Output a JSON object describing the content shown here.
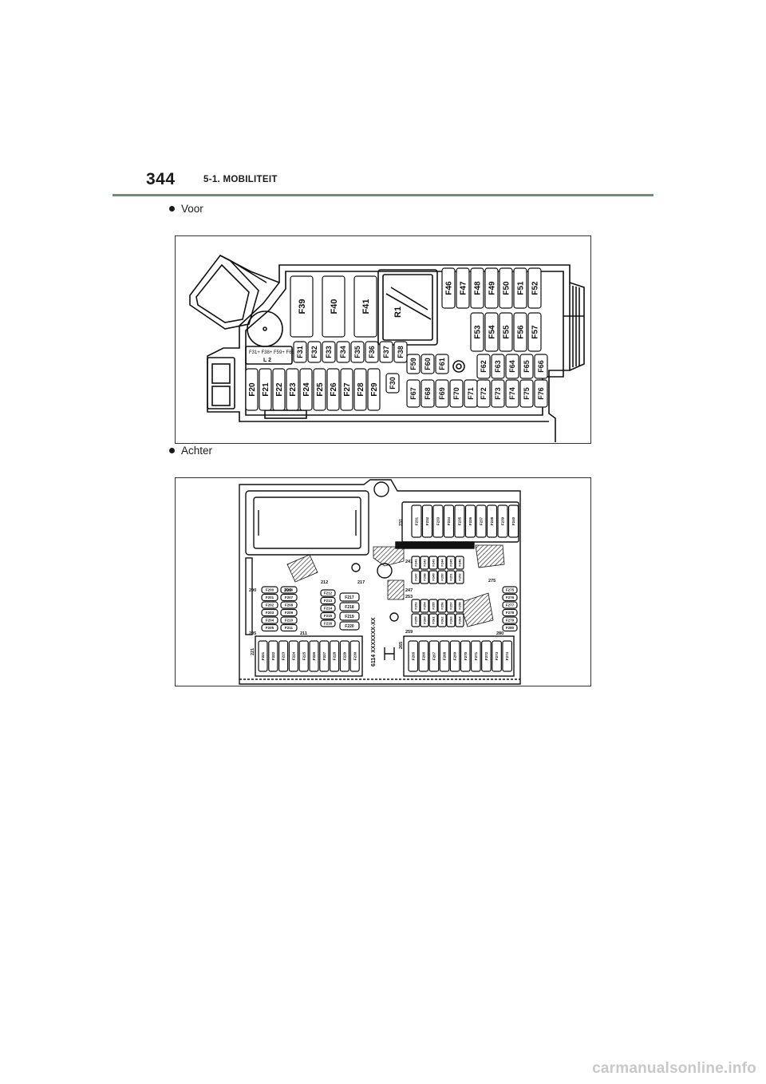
{
  "header": {
    "page_number": "344",
    "section": "5-1. MOBILITEIT"
  },
  "front": {
    "bullet_label": "Voor",
    "big_fuses": [
      "F39",
      "F40",
      "F41"
    ],
    "relay": "R1",
    "top_right_fuses": [
      "F46",
      "F47",
      "F48",
      "F49",
      "F50",
      "F51",
      "F52"
    ],
    "mid_right_fuses": [
      "F53",
      "F54",
      "F55",
      "F56",
      "F57"
    ],
    "small_row_fuses": [
      "F31",
      "F32",
      "F33",
      "F34",
      "F35",
      "F36",
      "F37",
      "F38"
    ],
    "connector_label_1": "F31+ F38+ F59+ F66",
    "connector_label_2": "L 2",
    "left_block_fuses": [
      "F20",
      "F21",
      "F22",
      "F23",
      "F24",
      "F25",
      "F26",
      "F27",
      "F28",
      "F29"
    ],
    "single_fuse": "F30",
    "mid_top_fuses": [
      "F59",
      "F60",
      "F61"
    ],
    "right_top_fuses": [
      "F62",
      "F63",
      "F64",
      "F65",
      "F66"
    ],
    "mid_bottom_fuses": [
      "F67",
      "F68",
      "F69",
      "F70",
      "F71"
    ],
    "right_bottom_fuses": [
      "F72",
      "F73",
      "F74",
      "F75",
      "F76"
    ]
  },
  "rear": {
    "bullet_label": "Achter",
    "top_row_fuses": [
      "F231",
      "F232",
      "F233",
      "F234",
      "F235",
      "F236",
      "F237",
      "F238",
      "F239",
      "F240"
    ],
    "bottom_left_fuses": [
      "F221",
      "F222",
      "F223",
      "F224",
      "F225",
      "F226",
      "F227",
      "F228",
      "F229",
      "F230"
    ],
    "bottom_right_fuses": [
      "F265",
      "F266",
      "F267",
      "F268",
      "F269",
      "F270",
      "F271",
      "F272",
      "F273",
      "F274"
    ],
    "left_col_a": [
      "F200",
      "F201",
      "F202",
      "F203",
      "F204",
      "F205"
    ],
    "left_col_b": [
      "F206",
      "F207",
      "F208",
      "F209",
      "F210",
      "F211"
    ],
    "left_col_c": [
      "F212",
      "F213",
      "F214",
      "F215",
      "F216"
    ],
    "left_col_d": [
      "F217",
      "F218",
      "F219",
      "F220"
    ],
    "mid_upper_grid": [
      "F241",
      "F242",
      "F243",
      "F244",
      "F245",
      "F246",
      "F247",
      "F248",
      "F249",
      "F250",
      "F251",
      "F252"
    ],
    "mid_lower_grid": [
      "F253",
      "F254",
      "F255",
      "F256",
      "F257",
      "F258",
      "F259",
      "F260",
      "F261",
      "F262",
      "F263",
      "F264"
    ],
    "right_col": [
      "F275",
      "F276",
      "F277",
      "F278",
      "F279",
      "F280"
    ],
    "area_numbers": [
      "200",
      "205",
      "206",
      "211",
      "212",
      "217",
      "221",
      "231",
      "241",
      "247",
      "253",
      "259",
      "265",
      "275",
      "280"
    ],
    "part_code": "6114 XXXXXXX-XX"
  },
  "watermark": "carmanualsonline.info"
}
